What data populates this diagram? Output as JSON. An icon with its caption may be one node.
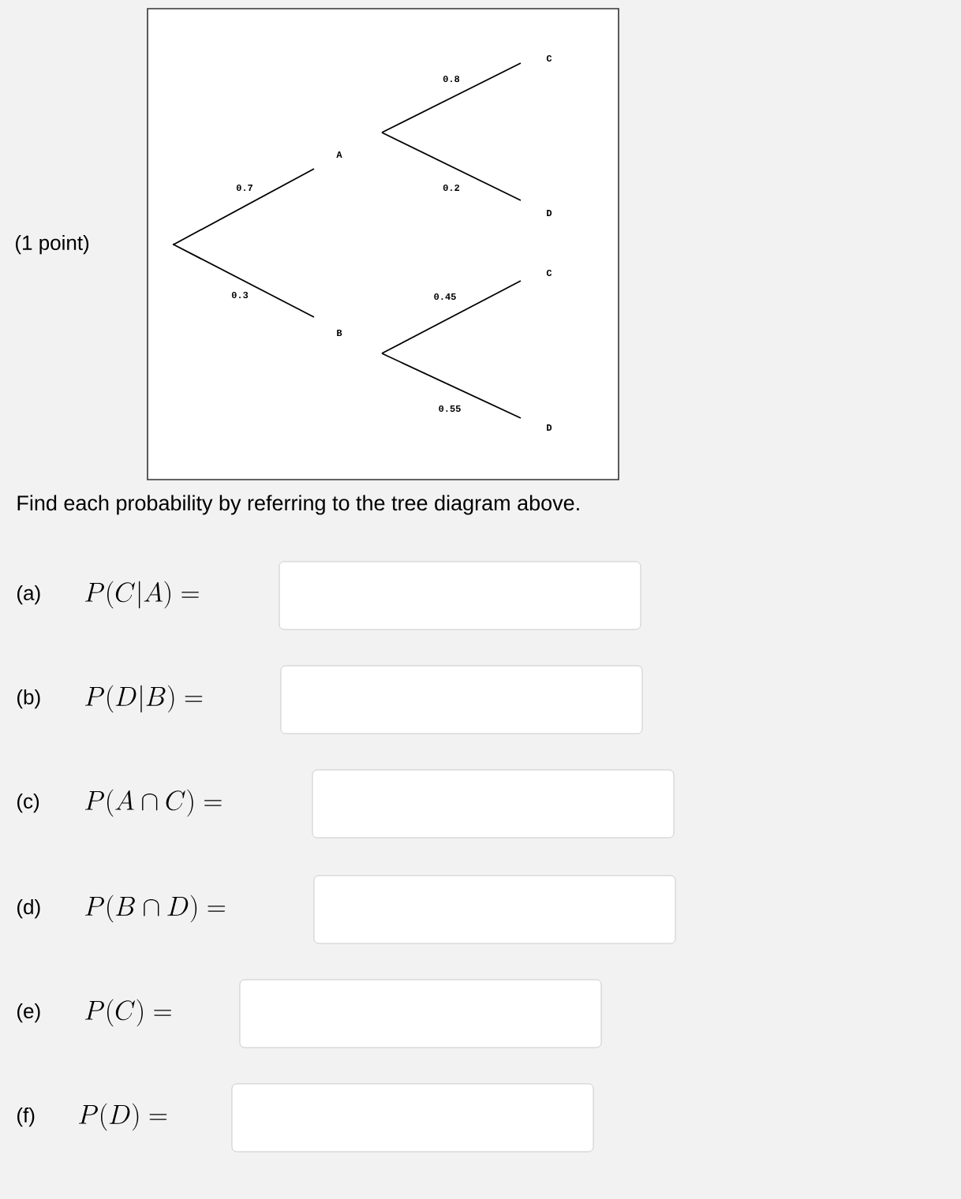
{
  "diagram": {
    "nodes": [
      {
        "text": [],
        "shape": "point"
      },
      {
        "text": [
          "A"
        ]
      },
      {
        "text": [
          "B"
        ]
      },
      {
        "text": [
          "C"
        ]
      },
      {
        "text": [
          "D"
        ]
      },
      {
        "text": [
          "C"
        ]
      },
      {
        "text": [
          "D"
        ]
      }
    ],
    "edges": [
      {
        "from": 0,
        "to": 1,
        "arrow": "none",
        "label": "0.7"
      },
      {
        "from": 0,
        "to": 2,
        "arrow": "none",
        "label": "0.3"
      },
      {
        "from": 1,
        "to": 3,
        "arrow": "none",
        "label": "0.8"
      },
      {
        "from": 1,
        "to": 4,
        "arrow": "none",
        "label": "0.2"
      },
      {
        "from": 2,
        "to": 5,
        "arrow": "none",
        "label": "0.45"
      },
      {
        "from": 2,
        "to": 6,
        "arrow": "none",
        "label": "0.55"
      }
    ],
    "labels": [
      "(1 point)",
      "Find each probability by referring to the tree diagram above.",
      "(a)",
      "P(C|A) =",
      "(b)",
      "P(D|B) =",
      "(c)",
      "P(A\\cap C) =",
      "(d)",
      "P(B\\cap D) =",
      "(e)",
      "P(C) =",
      "(f)",
      "P(D) ="
    ]
  }
}
